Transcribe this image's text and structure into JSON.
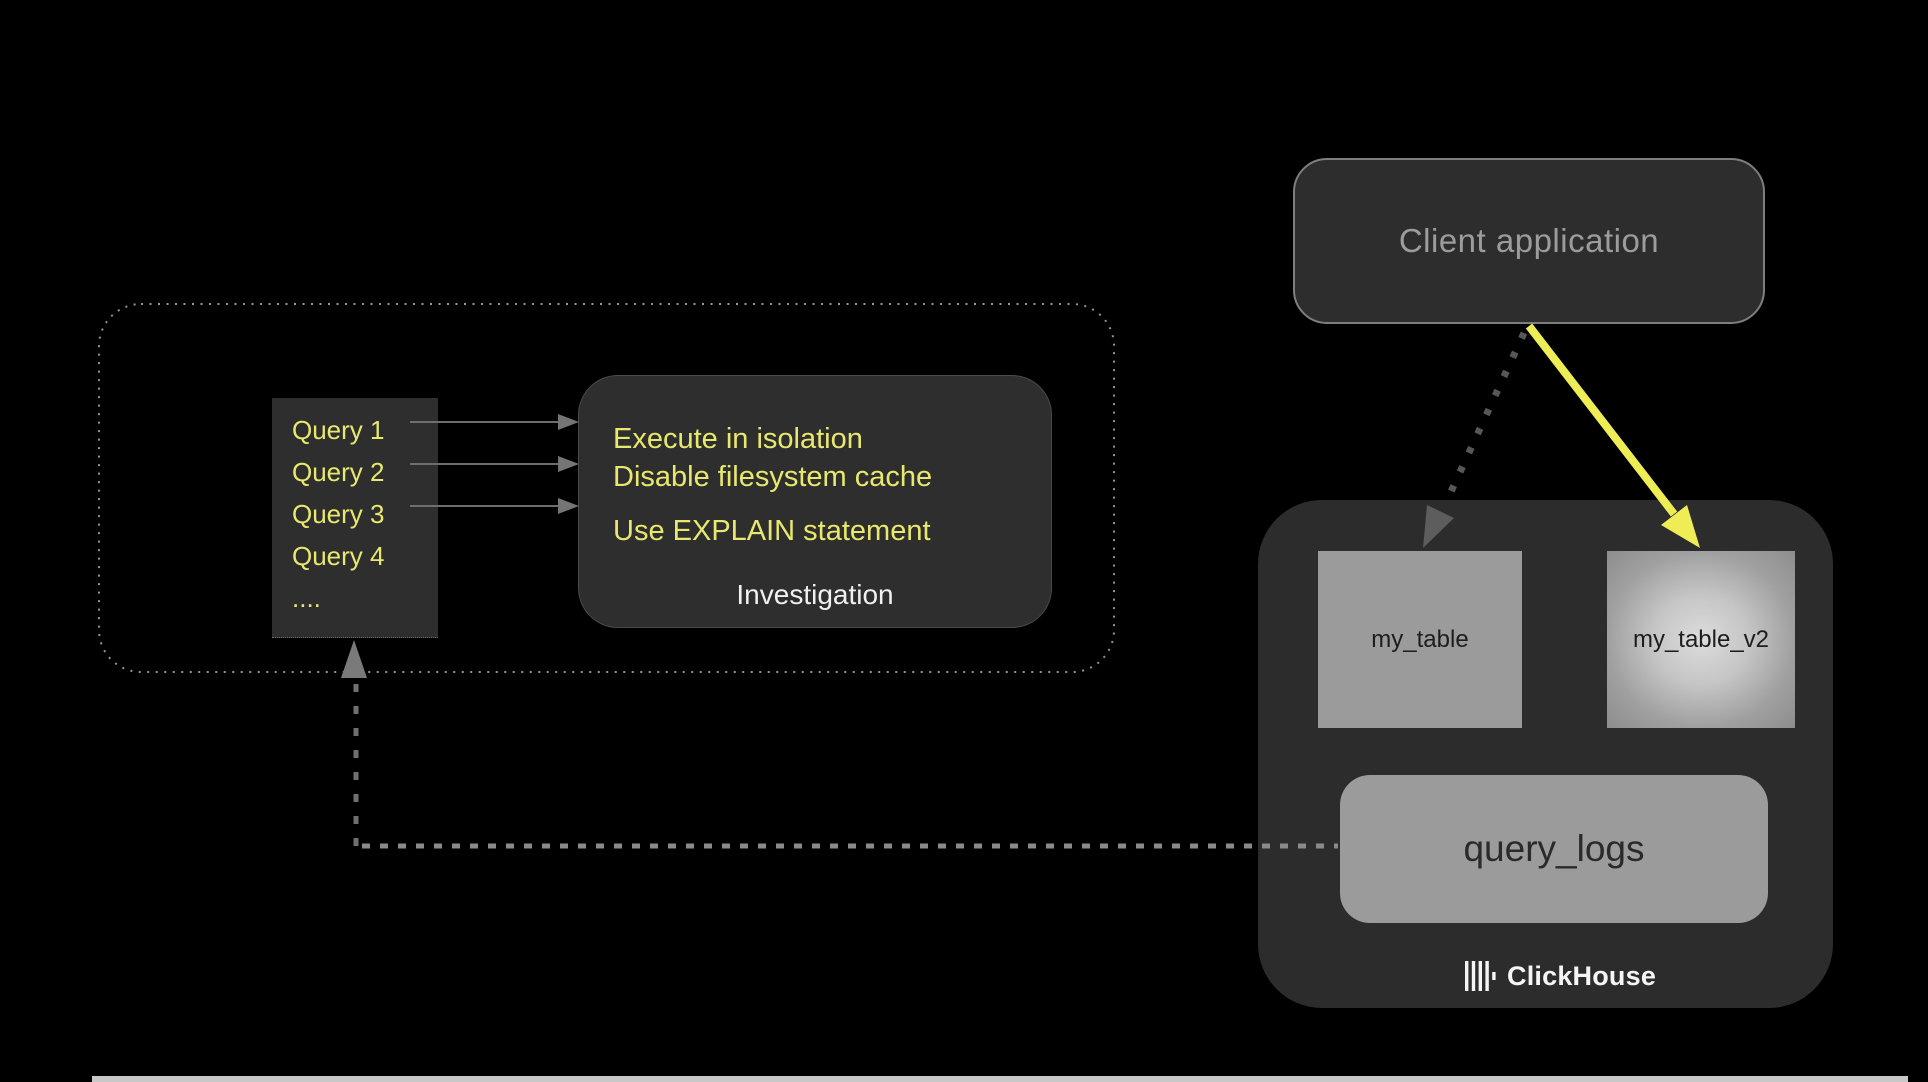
{
  "canvas": {
    "background": "#000000",
    "bottom_strip_color": "#c8c8c8"
  },
  "client_application": {
    "label": "Client application"
  },
  "investigation_group": {
    "queries": {
      "items": [
        "Query 1",
        "Query 2",
        "Query 3",
        "Query 4",
        "...."
      ]
    },
    "investigation": {
      "tips": [
        "Execute in isolation",
        "Disable filesystem cache",
        "Use EXPLAIN statement"
      ],
      "label": "Investigation"
    }
  },
  "clickhouse": {
    "tables": {
      "left": "my_table",
      "right": "my_table_v2"
    },
    "query_logs_label": "query_logs",
    "brand": "ClickHouse"
  },
  "colors": {
    "highlight_yellow": "#efed55",
    "text_yellow": "#e8e86e",
    "dark_box": "#2d2d2d",
    "light_gray_box": "#9b9b9b",
    "muted_gray_text": "#9c9c9c",
    "arrow_gray": "#6e6e6e",
    "dotted_border_gray": "#949494",
    "white_text": "#f0f0f0"
  }
}
